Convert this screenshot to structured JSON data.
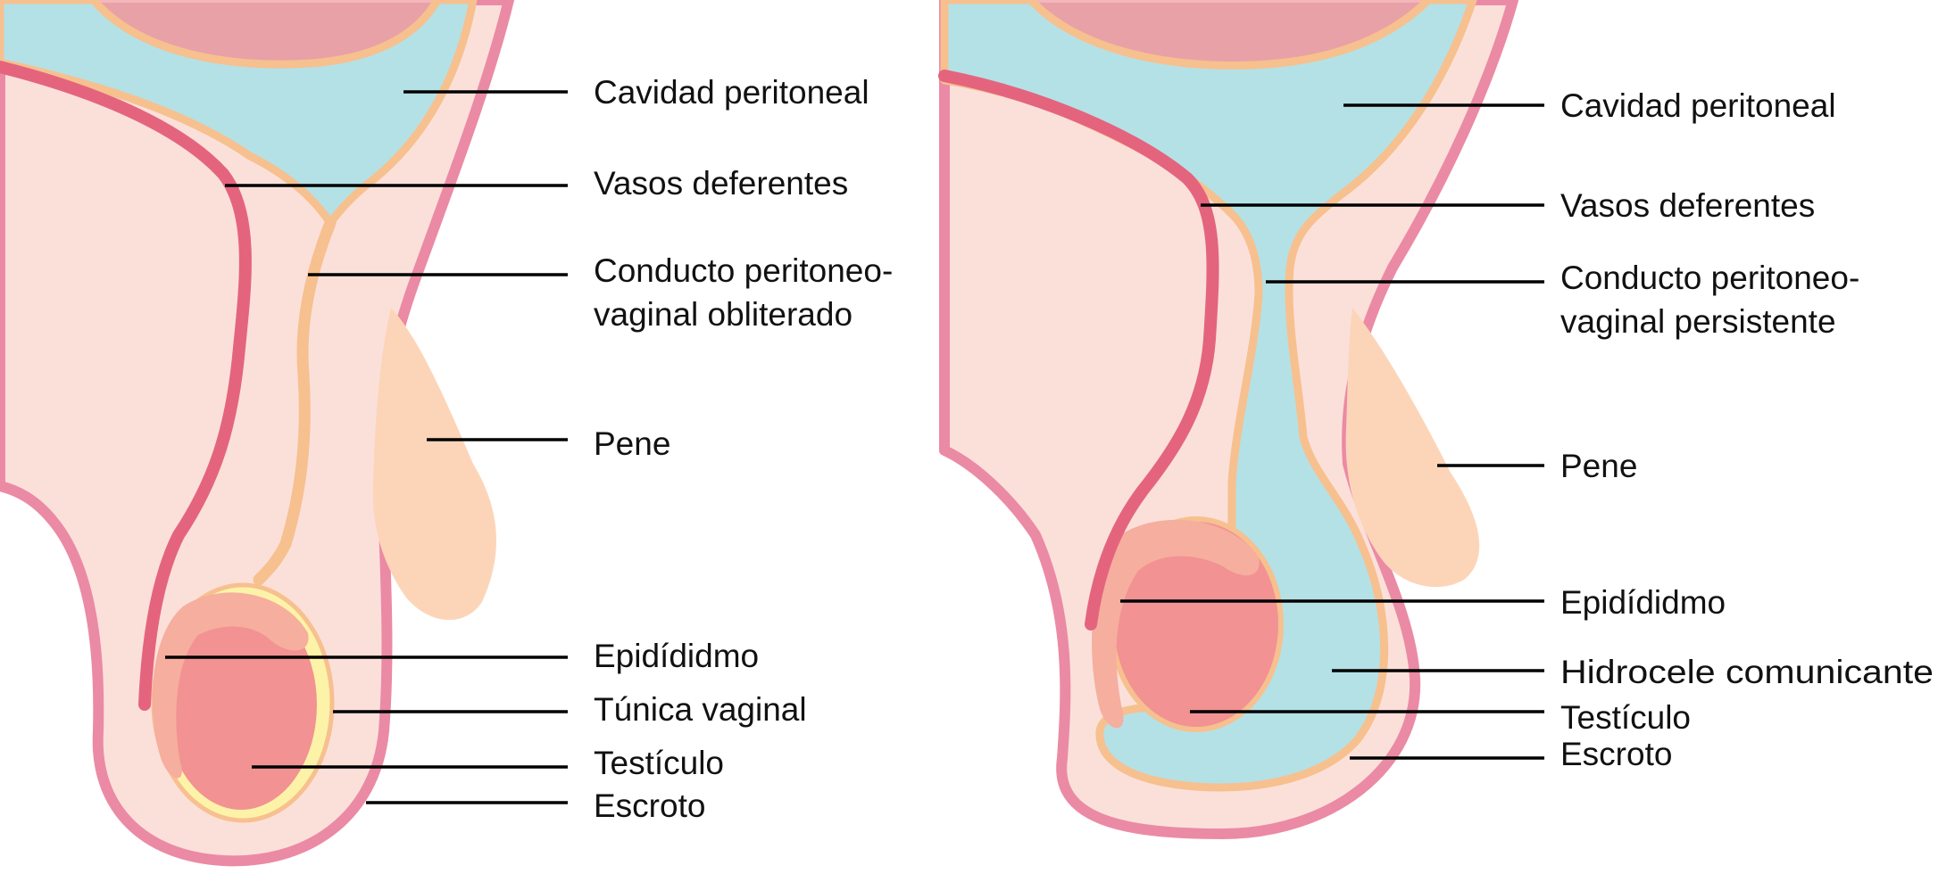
{
  "colors": {
    "skin_tissue": "#fbe0da",
    "skin_outline": "#eb8aa5",
    "peritoneum_fluid": "#b4e1e6",
    "peritoneal_lining": "#f7c08f",
    "vas_deferens": "#e4647e",
    "testis": "#f29292",
    "epididymis": "#f6ae9f",
    "tunica_vaginalis": "#fdf3a8",
    "penis": "#fcd5b9",
    "bowel": "#e8a1a6",
    "leader_line": "#000000",
    "label_text": "#111111"
  },
  "panels": [
    {
      "id": "left",
      "labels": [
        {
          "text": "Cavidad peritoneal"
        },
        {
          "text": "Vasos deferentes"
        },
        {
          "lines": [
            "Conducto peritoneo-",
            "vaginal obliterado"
          ]
        },
        {
          "text": "Pene"
        },
        {
          "text": "Epidídidmo"
        },
        {
          "text": "Túnica vaginal"
        },
        {
          "text": "Testículo"
        },
        {
          "text": "Escroto"
        }
      ]
    },
    {
      "id": "right",
      "labels": [
        {
          "text": "Cavidad peritoneal"
        },
        {
          "text": "Vasos deferentes"
        },
        {
          "lines": [
            "Conducto peritoneo-",
            "vaginal persistente"
          ]
        },
        {
          "text": "Pene"
        },
        {
          "text": "Epidídidmo"
        },
        {
          "text": "Hidrocele comunicante"
        },
        {
          "text": "Testículo"
        },
        {
          "text": "Escroto"
        }
      ]
    }
  ]
}
